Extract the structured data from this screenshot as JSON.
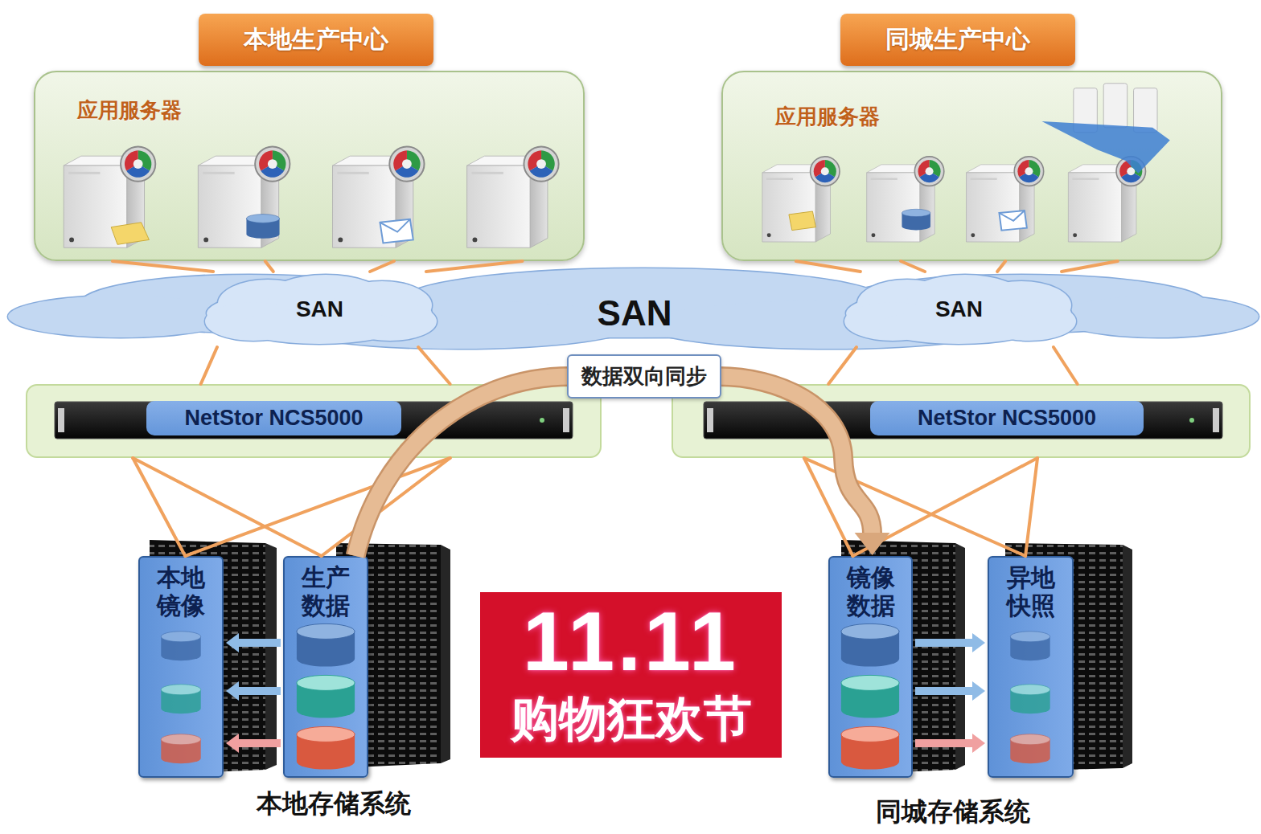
{
  "diagram": {
    "nodes": [
      {
        "text": [
          "本地生产中心",
          "应用服务器"
        ]
      },
      {
        "text": [
          "同城生产中心",
          "应用服务器"
        ]
      },
      {
        "text": [
          "SAN"
        ]
      },
      {
        "text": [
          "SAN"
        ],
        "in": 2
      },
      {
        "text": [
          "SAN"
        ],
        "in": 2
      },
      {
        "text": [
          "NetStor NCS5000"
        ]
      },
      {
        "text": [
          "NetStor NCS5000"
        ]
      },
      {
        "text": [
          "本地镜像"
        ]
      },
      {
        "text": [
          "生产数据"
        ]
      },
      {
        "text": [
          "镜像数据"
        ]
      },
      {
        "text": [
          "异地快照"
        ]
      }
    ],
    "edges": [
      {
        "from": 0,
        "to": 3,
        "arrow": "none"
      },
      {
        "from": 3,
        "to": 5,
        "arrow": "none"
      },
      {
        "from": 5,
        "to": 7,
        "arrow": "none"
      },
      {
        "from": 5,
        "to": 8,
        "arrow": "none"
      },
      {
        "from": 1,
        "to": 4,
        "arrow": "none"
      },
      {
        "from": 4,
        "to": 6,
        "arrow": "none"
      },
      {
        "from": 6,
        "to": 9,
        "arrow": "none"
      },
      {
        "from": 6,
        "to": 10,
        "arrow": "none"
      },
      {
        "from": 8,
        "to": 7,
        "arrow": "to"
      },
      {
        "from": 9,
        "to": 10,
        "arrow": "to"
      },
      {
        "from": 8,
        "to": 9,
        "label": "数据双向同步",
        "arrow": "to"
      }
    ],
    "labels": [
      "11.11",
      "购物狂欢节",
      "本地存储系统",
      "同城存储系统"
    ]
  }
}
